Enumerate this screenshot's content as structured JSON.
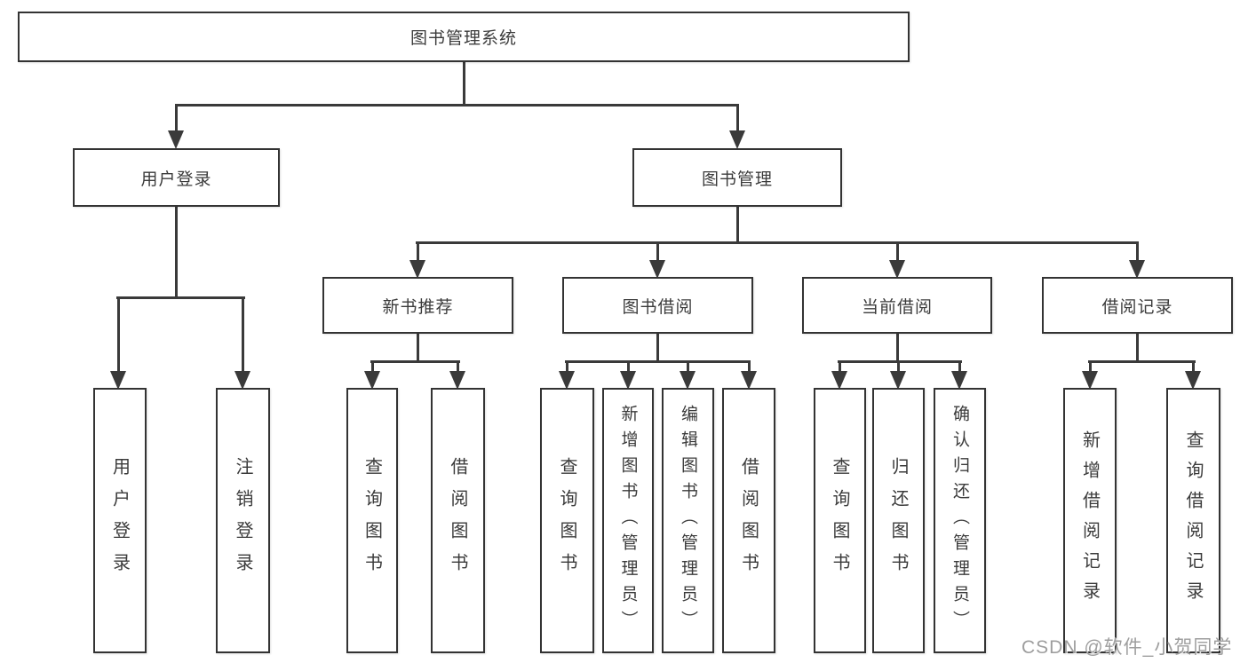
{
  "diagram": {
    "type": "tree",
    "root": {
      "label": "图书管理系统",
      "children": [
        {
          "label": "用户登录",
          "children": [
            {
              "label": "用户登录"
            },
            {
              "label": "注销登录"
            }
          ]
        },
        {
          "label": "图书管理",
          "children": [
            {
              "label": "新书推荐",
              "children": [
                {
                  "label": "查询图书"
                },
                {
                  "label": "借阅图书"
                }
              ]
            },
            {
              "label": "图书借阅",
              "children": [
                {
                  "label": "查询图书"
                },
                {
                  "label": "新增图书（管理员）"
                },
                {
                  "label": "编辑图书（管理员）"
                },
                {
                  "label": "借阅图书"
                }
              ]
            },
            {
              "label": "当前借阅",
              "children": [
                {
                  "label": "查询图书"
                },
                {
                  "label": "归还图书"
                },
                {
                  "label": "确认归还（管理员）"
                }
              ]
            },
            {
              "label": "借阅记录",
              "children": [
                {
                  "label": "新增借阅记录"
                },
                {
                  "label": "查询借阅记录"
                }
              ]
            }
          ]
        }
      ]
    }
  },
  "watermark": {
    "text": "CSDN @软件_小贺同学",
    "color": "#9e9e9e"
  },
  "colors": {
    "line": "#3a3a3a",
    "box_border": "#333333",
    "box_fill": "#ffffff",
    "text": "#3b3b3b",
    "background": "#ffffff"
  }
}
